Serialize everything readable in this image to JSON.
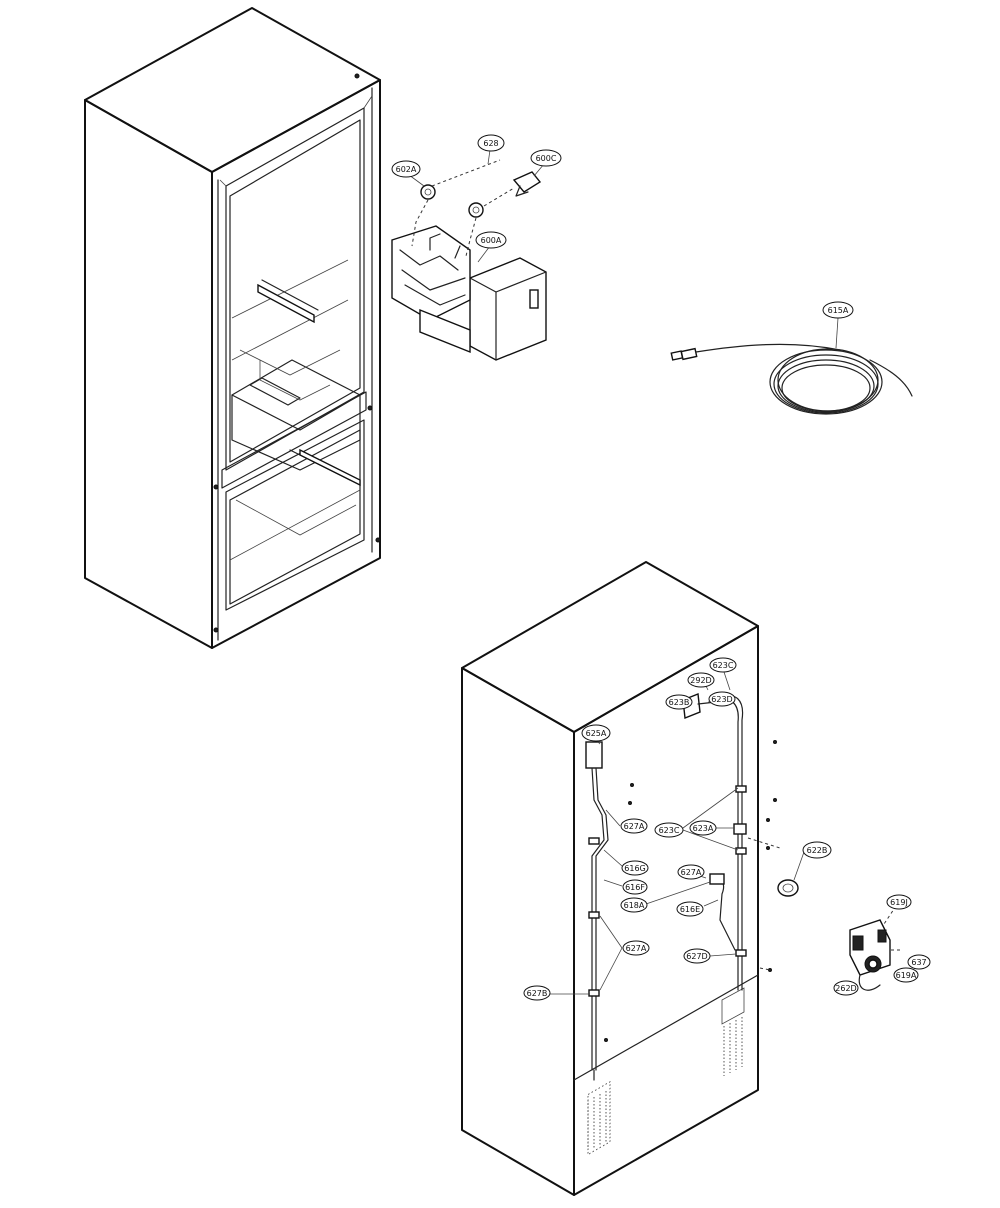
{
  "labels": {
    "l602a": "602A",
    "l628": "628",
    "l600c": "600C",
    "l600a": "600A",
    "l615a": "615A",
    "l625a": "625A",
    "l623b": "623B",
    "l292d": "292D",
    "l623c_top": "623C",
    "l623d": "623D",
    "l627a_top": "627A",
    "l623c": "623C",
    "l623a": "623A",
    "l622b": "622B",
    "l616g": "616G",
    "l616f": "616F",
    "l627a_mid": "627A",
    "l618a": "618A",
    "l616e": "616E",
    "l619j": "619J",
    "l637": "637",
    "l619a": "619A",
    "l627a_low": "627A",
    "l627d": "627D",
    "l627b": "627B",
    "l262d": "262D"
  }
}
